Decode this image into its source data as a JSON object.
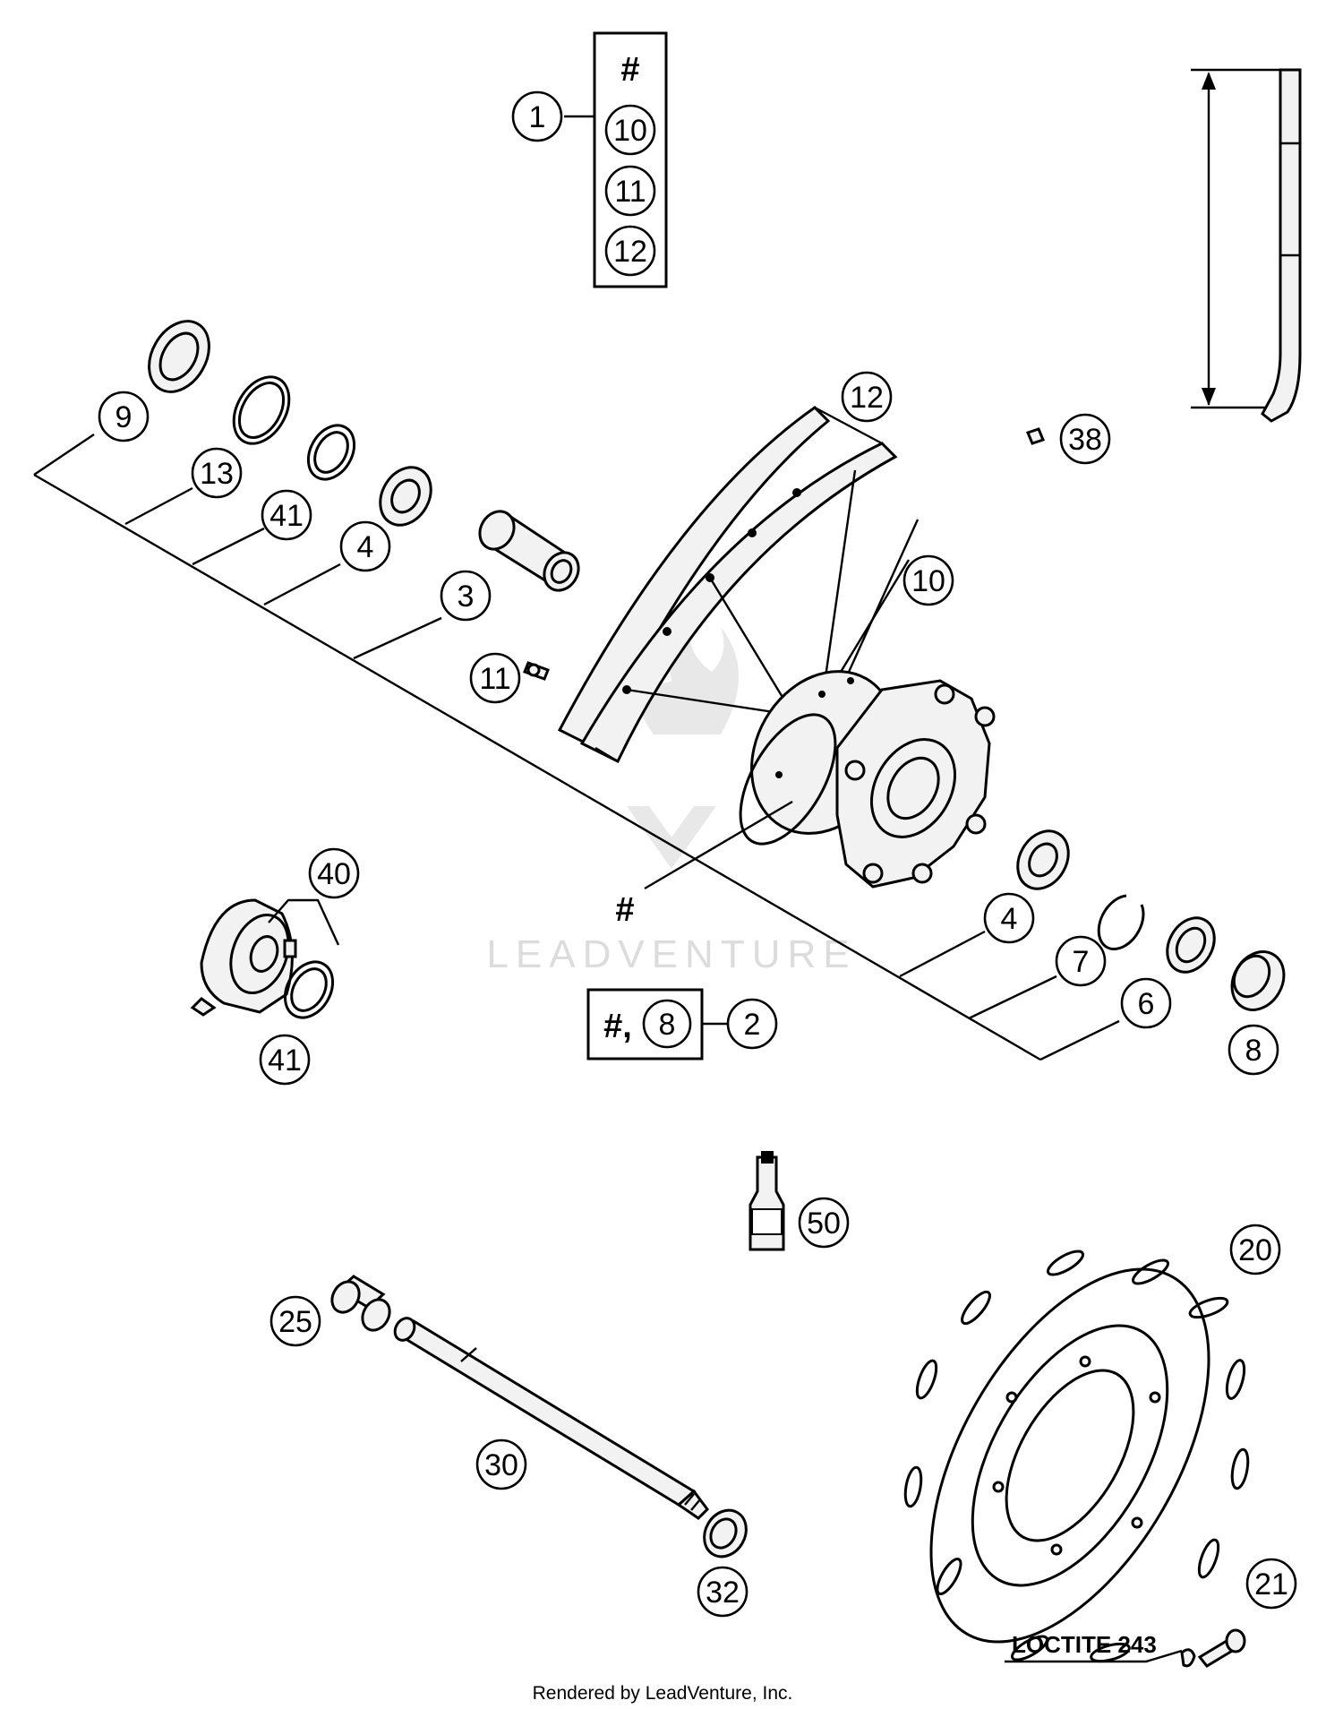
{
  "kit_box": {
    "header": "#",
    "kit_part": "1",
    "contents": [
      "10",
      "11",
      "12"
    ]
  },
  "callouts": [
    {
      "id": "c9",
      "label": "9"
    },
    {
      "id": "c13",
      "label": "13"
    },
    {
      "id": "c41a",
      "label": "41"
    },
    {
      "id": "c4a",
      "label": "4"
    },
    {
      "id": "c3",
      "label": "3"
    },
    {
      "id": "c11",
      "label": "11"
    },
    {
      "id": "c12",
      "label": "12"
    },
    {
      "id": "c10",
      "label": "10"
    },
    {
      "id": "c38",
      "label": "38"
    },
    {
      "id": "c40",
      "label": "40"
    },
    {
      "id": "c41b",
      "label": "41"
    },
    {
      "id": "c4b",
      "label": "4"
    },
    {
      "id": "c7",
      "label": "7"
    },
    {
      "id": "c6",
      "label": "6"
    },
    {
      "id": "c8",
      "label": "8"
    },
    {
      "id": "c2",
      "label": "2"
    },
    {
      "id": "c50",
      "label": "50"
    },
    {
      "id": "c20",
      "label": "20"
    },
    {
      "id": "c25",
      "label": "25"
    },
    {
      "id": "c30",
      "label": "30"
    },
    {
      "id": "c32",
      "label": "32"
    },
    {
      "id": "c21",
      "label": "21"
    }
  ],
  "hub_marker": "#",
  "assembly_box": {
    "prefix": "#,",
    "part": "8"
  },
  "loctite_label": "LOCTITE 243",
  "watermark": "LEADVENTURE",
  "footer": "Rendered by LeadVenture, Inc."
}
